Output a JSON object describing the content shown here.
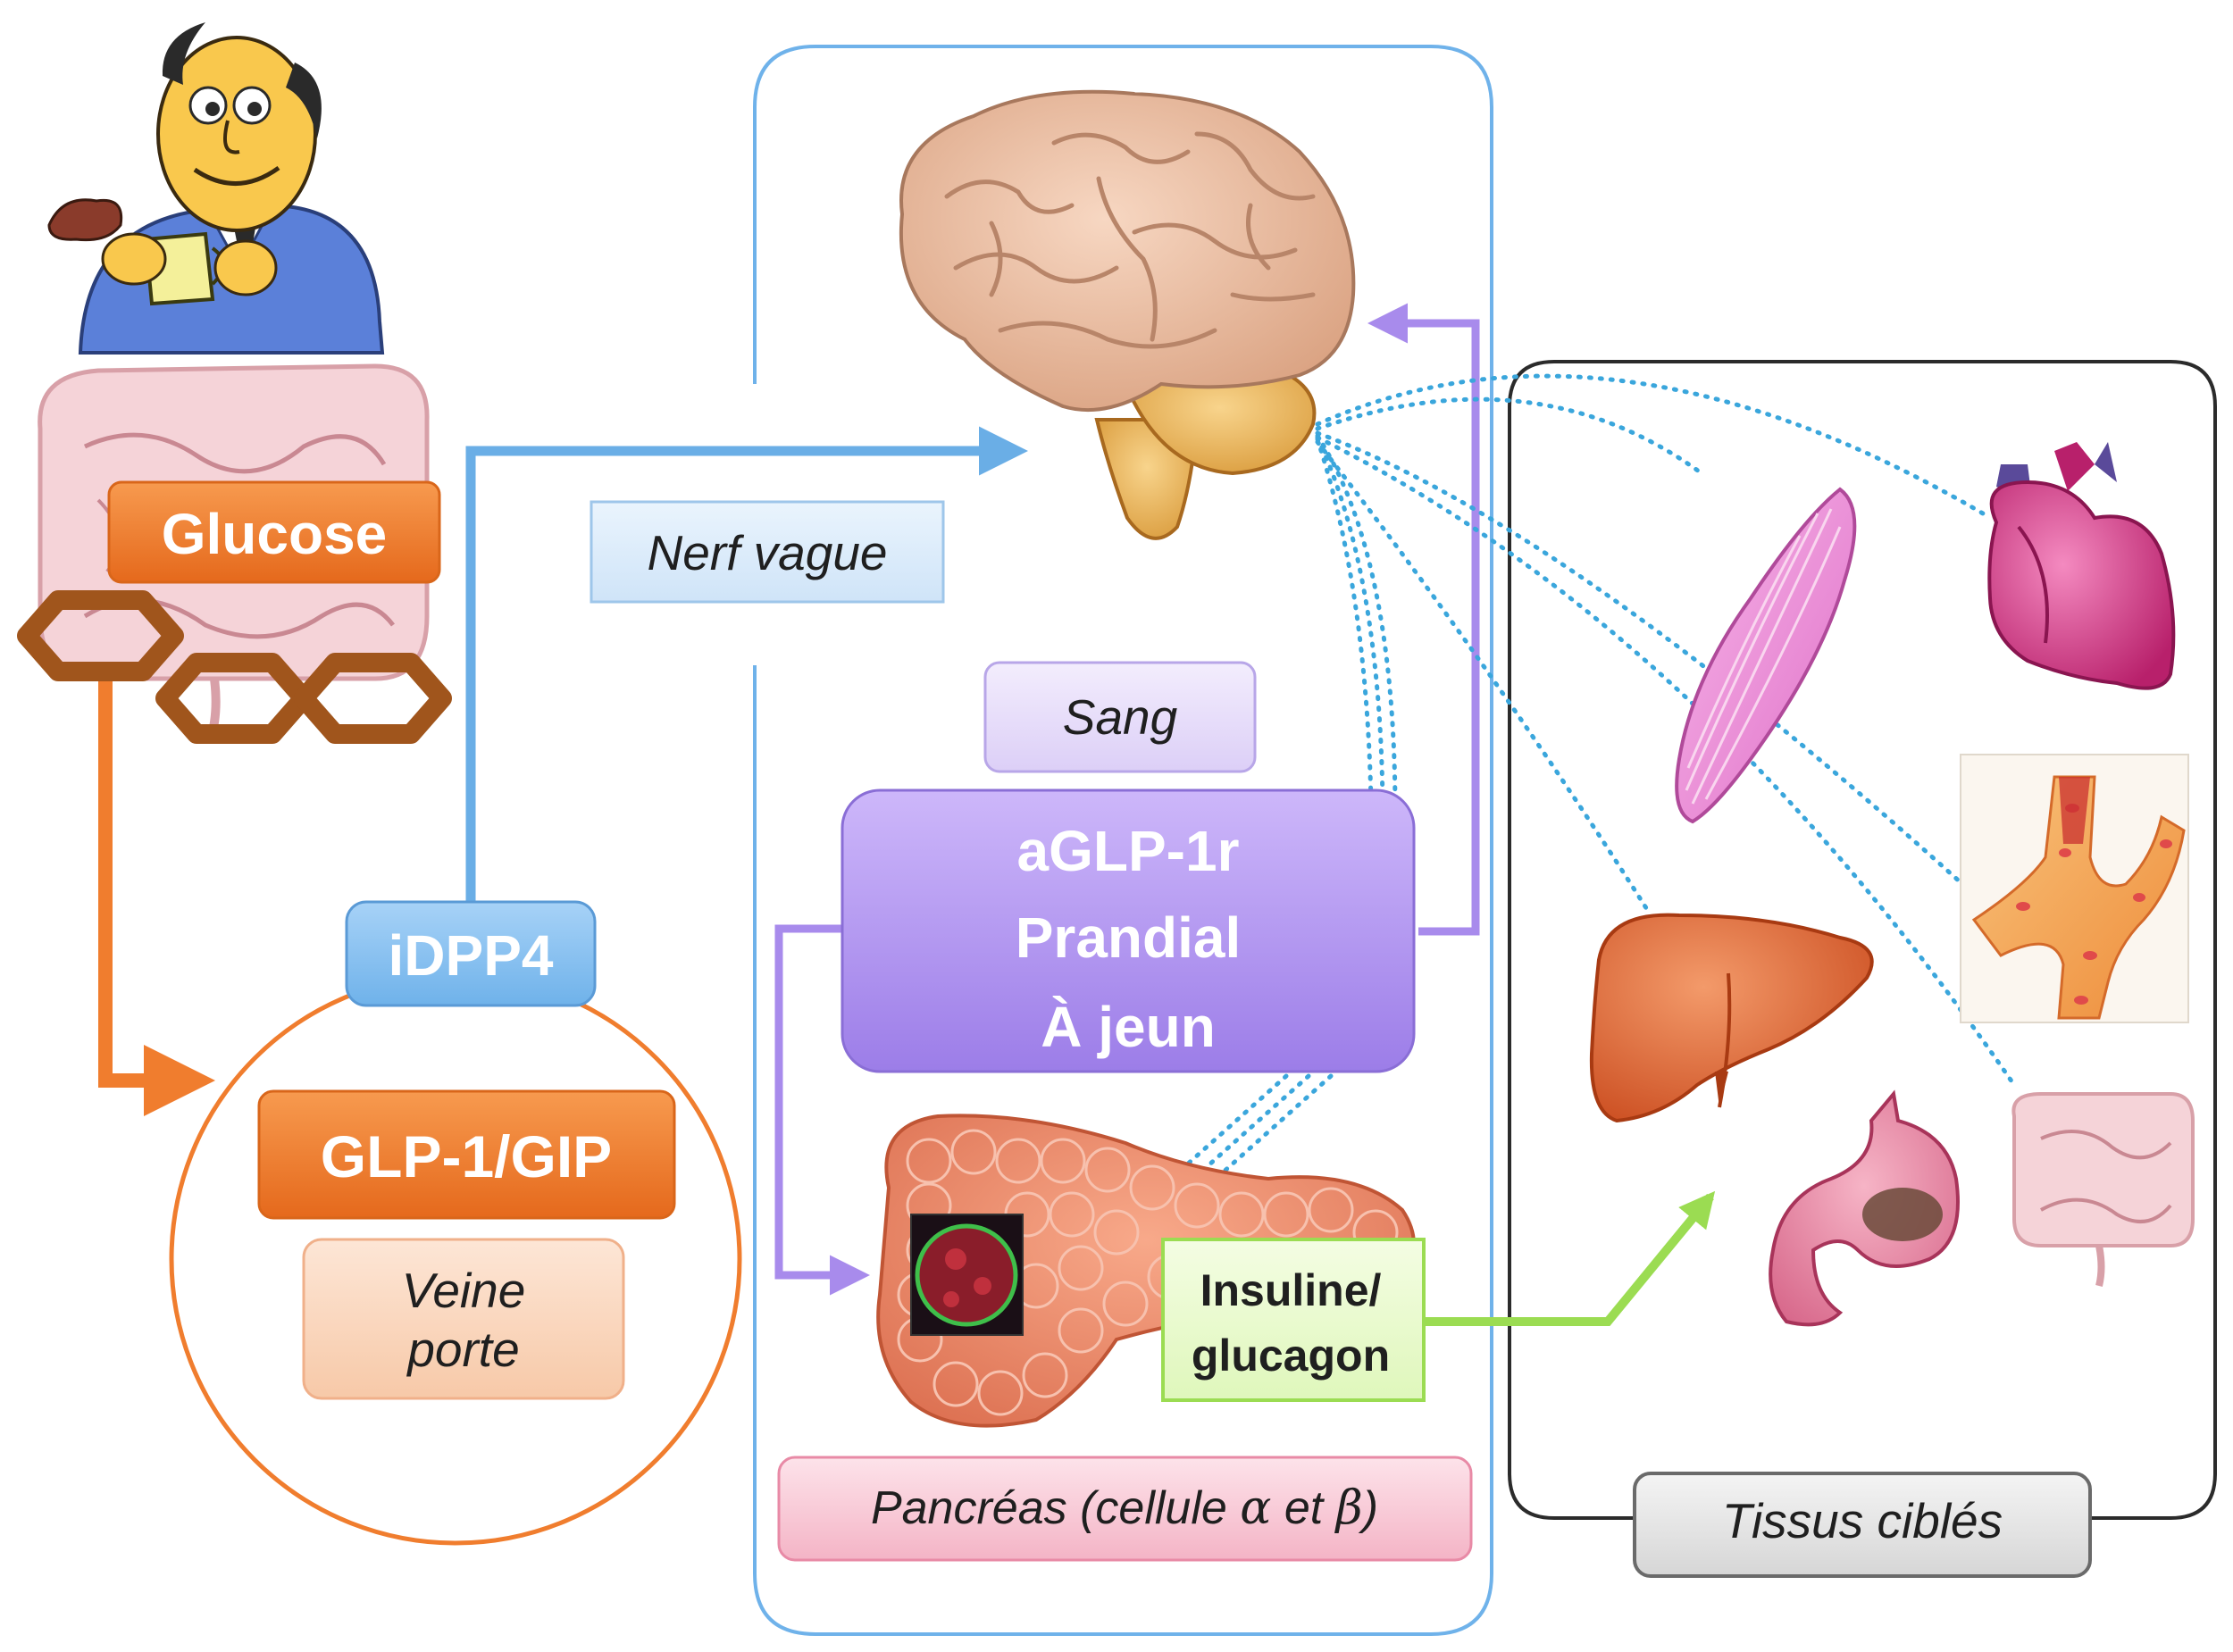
{
  "labels": {
    "glucose": "Glucose",
    "nerf_vague": "Nerf vague",
    "sang": "Sang",
    "agonist_line1": "aGLP-1r",
    "agonist_line2": "Prandial",
    "agonist_line3": "À jeun",
    "idpp4": "iDPP4",
    "glp1_gip": "GLP-1/GIP",
    "veine_line1": "Veine",
    "veine_line2": "porte",
    "insuline_line1": "Insuline/",
    "insuline_line2": "glucagon",
    "pancreas_prefix": "Pancréas (cellule ",
    "alpha": "α",
    "pancreas_mid": " et ",
    "beta": "β",
    "pancreas_suffix": ")",
    "tissus": "Tissus ciblés"
  },
  "colors": {
    "orange": "#f07d2e",
    "orange_dark": "#d9661a",
    "blue_arrow": "#6aaee6",
    "purple": "#a88bec",
    "purple_box": "#b79af0",
    "green": "#9bdc52",
    "dotted_blue": "#3aa6dc",
    "pink_box": "#f8c8d4",
    "grey_box": "#e6e6e6"
  },
  "icons": {
    "person": "man-with-cup-icon",
    "intestine": "intestine-icon",
    "brain": "brain-icon",
    "pancreas": "pancreas-icon",
    "muscle": "muscle-icon",
    "heart": "heart-icon",
    "liver": "liver-icon",
    "vessel": "blood-vessel-icon",
    "stomach": "stomach-icon",
    "colon": "colon-icon"
  }
}
